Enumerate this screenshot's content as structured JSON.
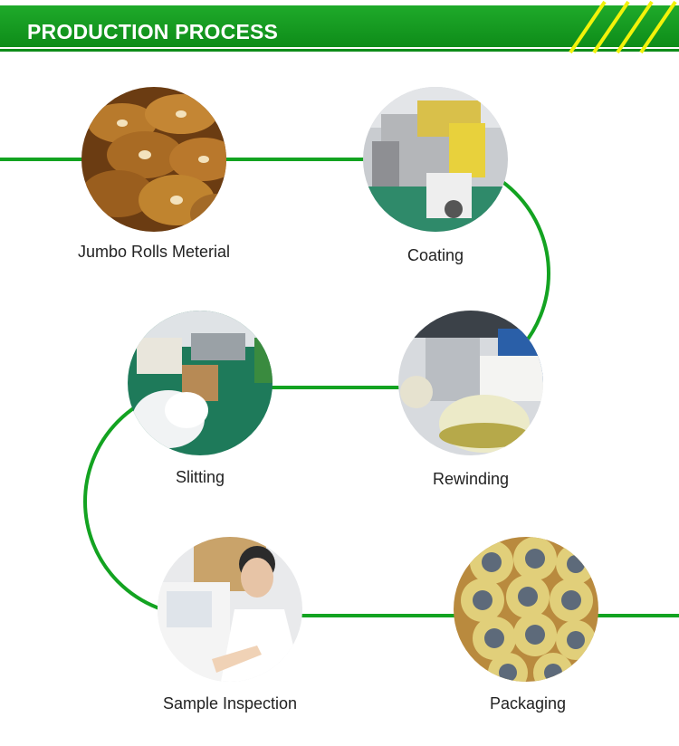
{
  "header": {
    "title": "PRODUCTION PROCESS"
  },
  "colors": {
    "brand_green": "#13a321",
    "stripe_yellow": "#f2f20a"
  },
  "steps": [
    {
      "label": "Jumbo Rolls Meterial",
      "icon": "jumbo-rolls-photo"
    },
    {
      "label": "Coating",
      "icon": "coating-machine-photo"
    },
    {
      "label": "Rewinding",
      "icon": "rewinding-machine-photo"
    },
    {
      "label": "Slitting",
      "icon": "slitting-workshop-photo"
    },
    {
      "label": "Sample Inspection",
      "icon": "inspection-lab-photo"
    },
    {
      "label": "Packaging",
      "icon": "packaged-rolls-photo"
    }
  ]
}
